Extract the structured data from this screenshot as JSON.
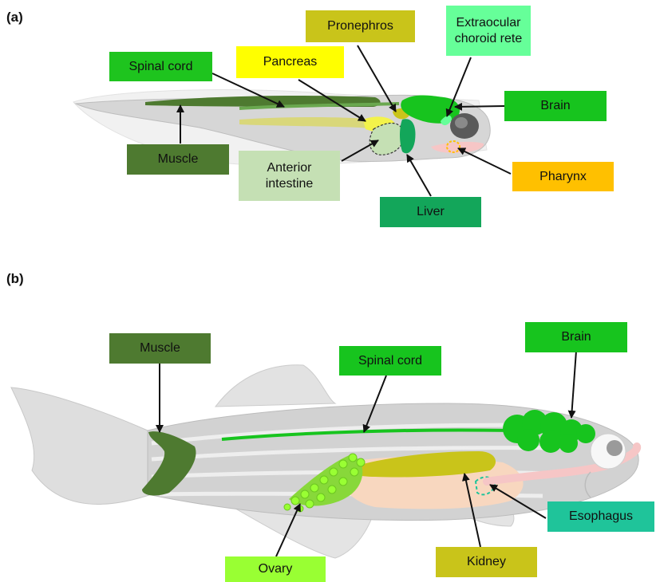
{
  "panels": [
    {
      "id": "a",
      "label": "(a)",
      "labels": {
        "spinal_cord": {
          "text": "Spinal cord",
          "color": "#1ec41e"
        },
        "pancreas": {
          "text": "Pancreas",
          "color": "#ffff00"
        },
        "pronephros": {
          "text": "Pronephros",
          "color": "#c9c41a"
        },
        "extraocular": {
          "text": "Extraocular\nchoroid rete",
          "color": "#66ff99"
        },
        "brain": {
          "text": "Brain",
          "color": "#17c41e"
        },
        "muscle": {
          "text": "Muscle",
          "color": "#4e7a30"
        },
        "anterior_intestine": {
          "text": "Anterior\nintestine",
          "color": "#c5e0b4"
        },
        "pharynx": {
          "text": "Pharynx",
          "color": "#ffc000"
        },
        "liver": {
          "text": "Liver",
          "color": "#13a65a"
        }
      }
    },
    {
      "id": "b",
      "label": "(b)",
      "labels": {
        "muscle": {
          "text": "Muscle",
          "color": "#4e7a30"
        },
        "spinal_cord": {
          "text": "Spinal cord",
          "color": "#17c41e"
        },
        "brain": {
          "text": "Brain",
          "color": "#17c41e"
        },
        "esophagus": {
          "text": "Esophagus",
          "color": "#1fc49a"
        },
        "kidney": {
          "text": "Kidney",
          "color": "#c9c41a"
        },
        "ovary": {
          "text": "Ovary",
          "color": "#99ff33"
        }
      }
    }
  ]
}
